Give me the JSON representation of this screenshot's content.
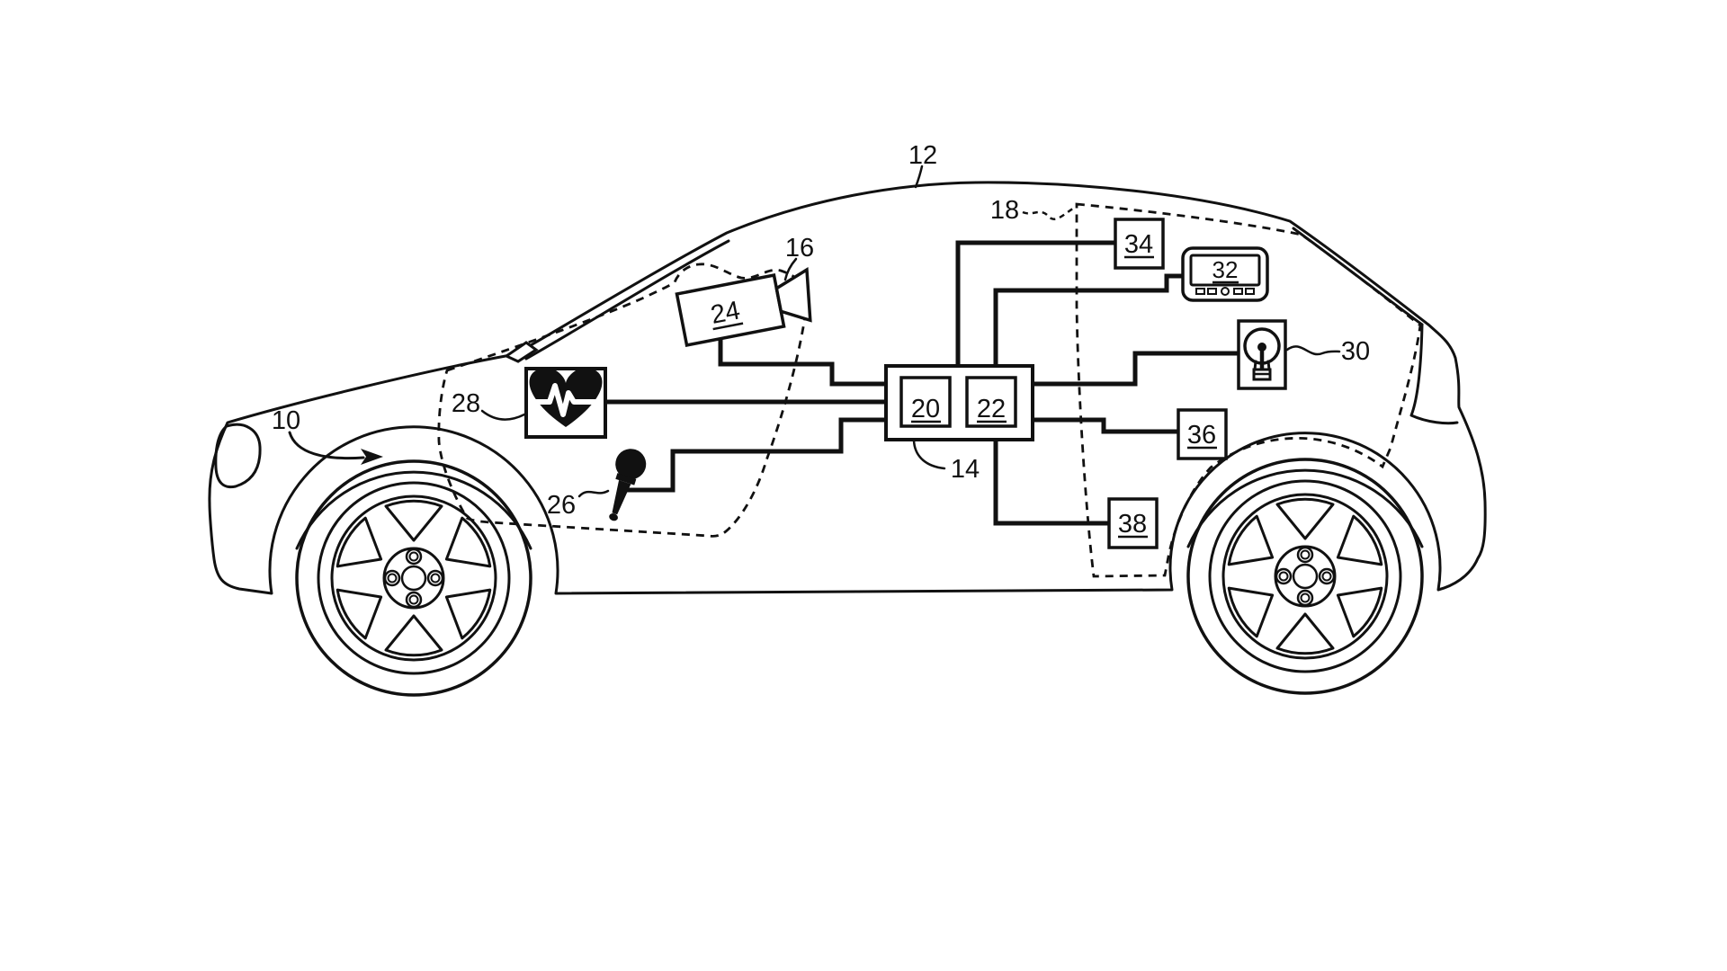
{
  "figure": {
    "kind": "patent-style vehicle system line drawing",
    "vehicle": "hatchback side view facing left"
  },
  "colors": {
    "ink": "#111111",
    "background": "#ffffff"
  },
  "labels": {
    "vehicle": "10",
    "vehicle_body": "12",
    "control_module": "14",
    "front_cabin_zone": "16",
    "rear_cabin_zone": "18",
    "unit_20": "20",
    "unit_22": "22",
    "camera": "24",
    "microphone": "26",
    "health_sensor": "28",
    "light": "30",
    "display": "32",
    "unit_34": "34",
    "unit_36": "36",
    "unit_38": "38"
  }
}
